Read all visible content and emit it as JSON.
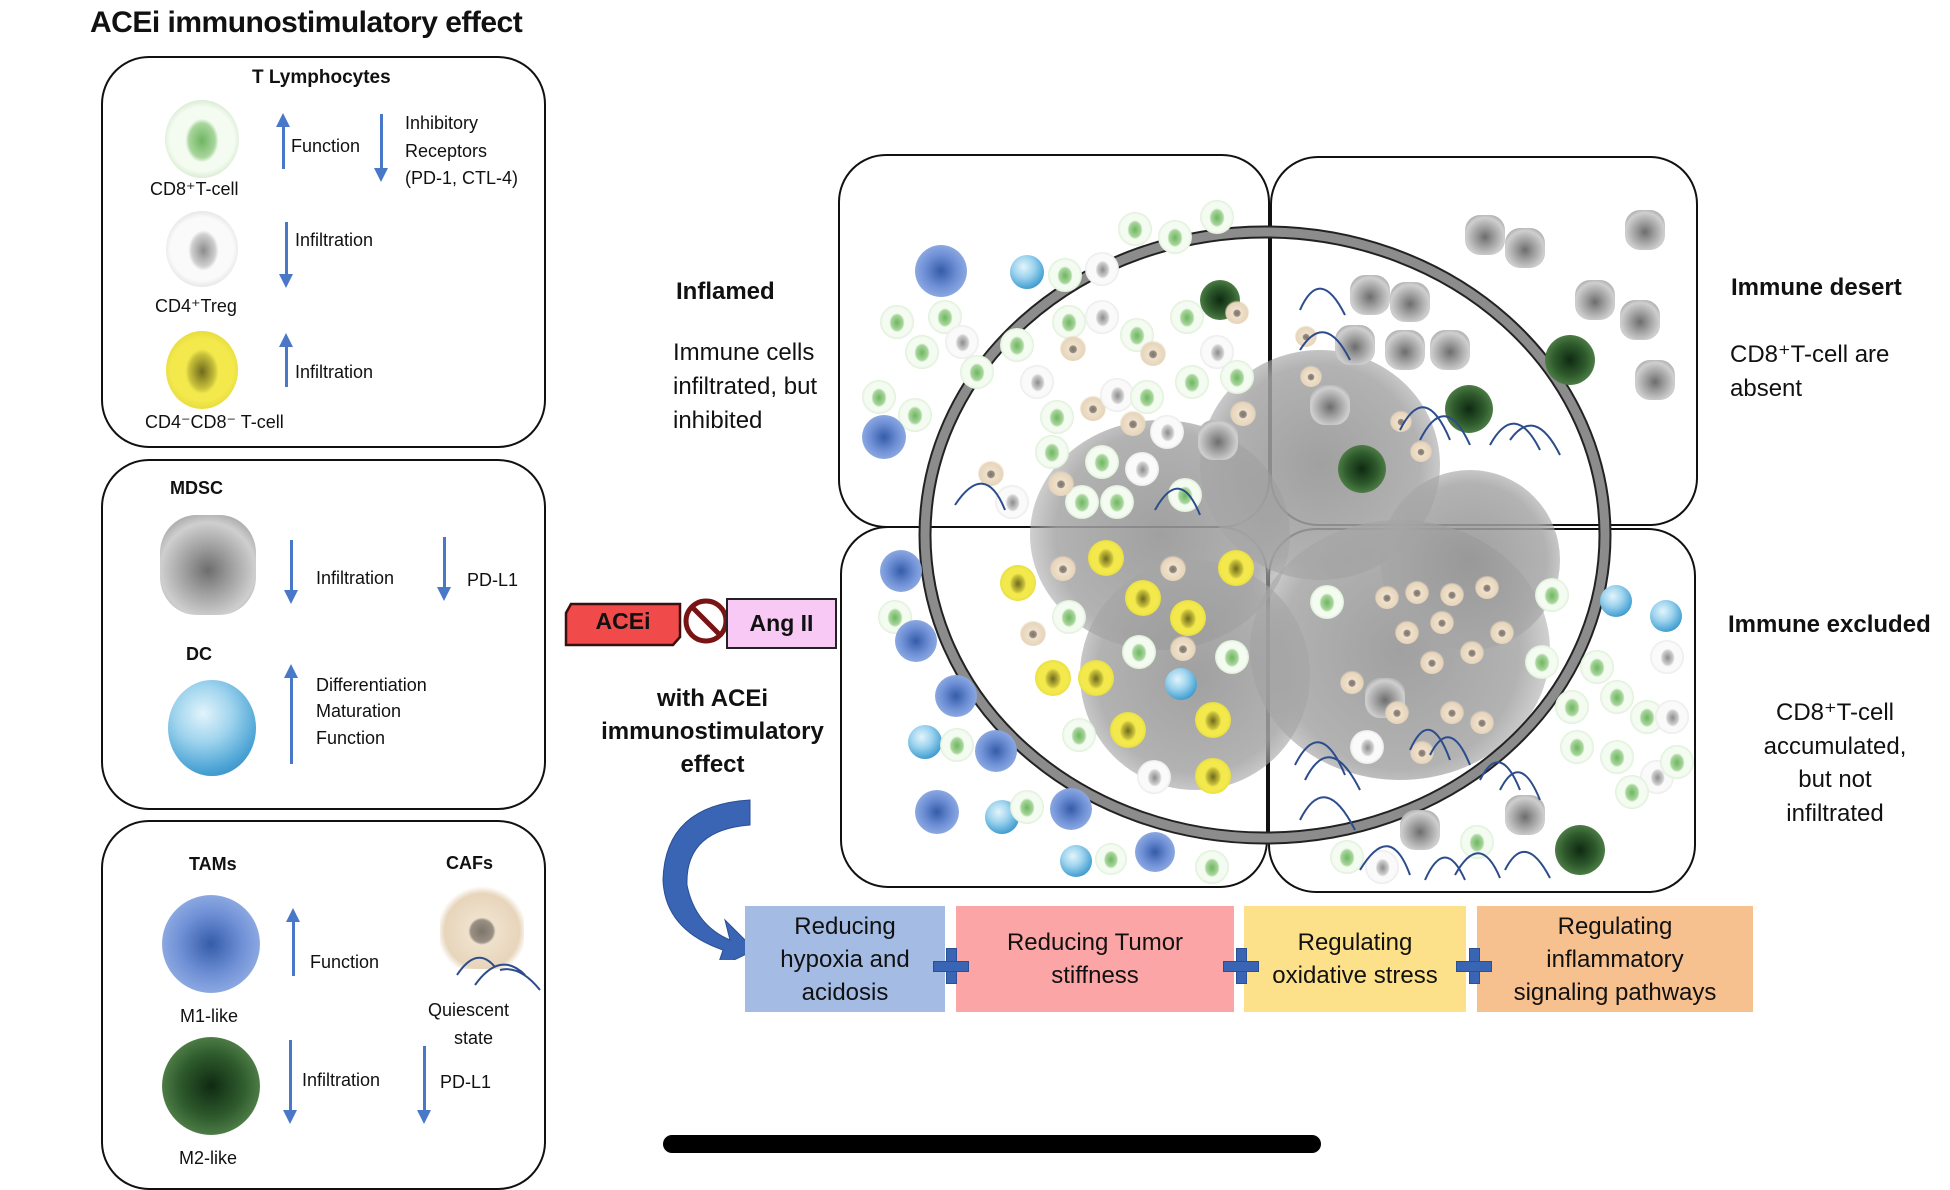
{
  "title": "ACEi immunostimulatory effect",
  "left_panels": {
    "t_lymphocytes": {
      "heading": "T Lymphocytes",
      "cells": [
        {
          "name": "CD8⁺T-cell",
          "icon": "cd8-t-cell",
          "effects": [
            {
              "direction": "up",
              "label": "Function"
            },
            {
              "direction": "down",
              "label": "Inhibitory\nReceptors\n(PD-1, CTL-4)"
            }
          ]
        },
        {
          "name": "CD4⁺Treg",
          "icon": "cd4-treg",
          "effects": [
            {
              "direction": "down",
              "label": "Infiltration"
            }
          ]
        },
        {
          "name": "CD4⁻CD8⁻ T-cell",
          "icon": "double-negative-t-cell",
          "effects": [
            {
              "direction": "up",
              "label": "Infiltration"
            }
          ]
        }
      ],
      "labels": {
        "cd8": "CD8⁺T-cell",
        "cd8_up": "Function",
        "cd8_down_1": "Inhibitory",
        "cd8_down_2": "Receptors",
        "cd8_down_3": "(PD-1, CTL-4)",
        "treg": "CD4⁺Treg",
        "treg_down": "Infiltration",
        "dn": "CD4⁻CD8⁻ T-cell",
        "dn_up": "Infiltration"
      }
    },
    "myeloid": {
      "mdsc_heading": "MDSC",
      "mdsc_down_1": "Infiltration",
      "mdsc_down_2": "PD-L1",
      "dc_heading": "DC",
      "dc_up_1": "Differentiation",
      "dc_up_2": "Maturation",
      "dc_up_3": "Function"
    },
    "stroma": {
      "tams_heading": "TAMs",
      "cafs_heading": "CAFs",
      "m1_label": "M1-like",
      "m1_up": "Function",
      "caf_label_1": "Quiescent",
      "caf_label_2": "state",
      "m2_label": "M2-like",
      "m2_down": "Infiltration",
      "caf_down": "PD-L1"
    }
  },
  "drug": {
    "acei": "ACEi",
    "angii": "Ang II",
    "block_icon": "prohibition-icon",
    "caption_1": "with ACEi",
    "caption_2": "immunostimulatory",
    "caption_3": "effect",
    "colors": {
      "acei": "#f04a4a",
      "angii": "#f8c9f5",
      "arrow": "#3a64b4"
    }
  },
  "phenotypes": {
    "inflamed": {
      "title": "Inflamed",
      "desc_1": "Immune cells",
      "desc_2": "infiltrated, but",
      "desc_3": "inhibited"
    },
    "desert": {
      "title": "Immune desert",
      "desc_1": "CD8⁺T-cell are",
      "desc_2": "absent"
    },
    "excluded": {
      "title": "Immune excluded",
      "desc_1": "CD8⁺T-cell",
      "desc_2": "accumulated,",
      "desc_3": "but not",
      "desc_4": "infiltrated"
    }
  },
  "effects": [
    {
      "label_1": "Reducing",
      "label_2": "hypoxia and",
      "label_3": "acidosis",
      "color": "#a4bbe3"
    },
    {
      "label_1": "Reducing Tumor",
      "label_2": "stiffness",
      "color": "#fca5a6"
    },
    {
      "label_1": "Regulating",
      "label_2": "oxidative stress",
      "color": "#fde08a"
    },
    {
      "label_1": "Regulating",
      "label_2": "inflammatory",
      "label_3": "signaling pathways",
      "color": "#f6c08f"
    }
  ]
}
